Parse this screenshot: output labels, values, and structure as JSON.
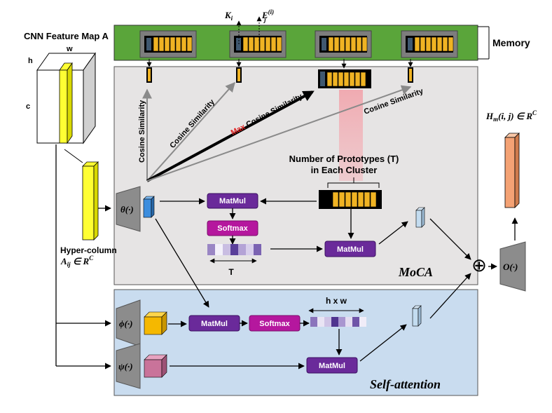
{
  "labels": {
    "cnn_feature_map": "CNN Feature Map A",
    "memory": "Memory",
    "k_i": "K",
    "k_i_sub": "i",
    "e_j": "E",
    "e_j_sup": "(i)",
    "e_j_sub": "j",
    "dim_w": "w",
    "dim_h": "h",
    "dim_c": "c",
    "hyper_column": "Hyper-column",
    "a_ij": "A",
    "a_ij_sub": "ij",
    "a_ij_rest": " ∈ R",
    "a_ij_sup": "C",
    "cos_sim_1": "Cosine Similarity",
    "cos_sim_2": "Cosine Similarity",
    "max_word": "Max",
    "cos_sim_max": " Cosine Similarity",
    "cos_sim_4": "Cosine Similarity",
    "num_prototypes_1": "Number of Prototypes (T)",
    "num_prototypes_2": "in Each Cluster",
    "t_label": "T",
    "hxw_label": "h x w",
    "moca": "MoCA",
    "self_attention": "Self-attention",
    "h_m": "H",
    "h_m_sub": "m",
    "h_m_rest": "(i, j) ∈ R",
    "h_m_sup": "C",
    "theta": "θ(·)",
    "phi": "ϕ(·)",
    "psi": "ψ(·)",
    "o_fn": "O(·)",
    "oplus": "⊕"
  },
  "blocks": {
    "matmul_1": "MatMul",
    "softmax_1": "Softmax",
    "matmul_2": "MatMul",
    "matmul_3": "MatMul",
    "softmax_2": "Softmax",
    "matmul_4": "MatMul"
  },
  "colors": {
    "memory_bg": "#5aa53a",
    "moca_bg": "#e6e4e4",
    "self_attn_bg": "#c9dcef",
    "matmul": "#6a2a9a",
    "softmax": "#b5179e",
    "prototype_cell": "#f0b323",
    "hyper_column": "#ffff33",
    "theta_cube": "#3c8dde",
    "phi_cube": "#f5b800",
    "psi_cube": "#c9739a",
    "output_bar": "#f4a274",
    "max_text": "#e02020"
  }
}
